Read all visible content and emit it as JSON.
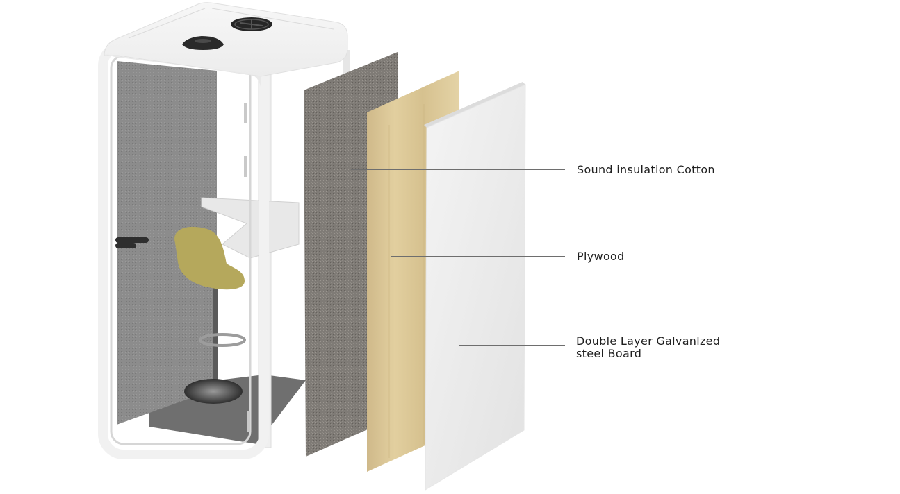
{
  "diagram": {
    "type": "exploded-view",
    "subject": "phone booth wall layers",
    "colors": {
      "background": "#ffffff",
      "frame": "#f2f2f2",
      "felt_interior": "#8a8a8a",
      "insulation_cotton": "#7e7b77",
      "plywood": "#d9c496",
      "steel_board": "#ececec",
      "seat": "#b5a85c",
      "leader_line": "#6e6e6e",
      "label_text": "#1f1f1f"
    },
    "layers": [
      {
        "id": "insulation",
        "label": "Sound insulation Cotton"
      },
      {
        "id": "plywood",
        "label": "Plywood"
      },
      {
        "id": "steel",
        "label": "Double Layer Galvanlzed\nsteel Board"
      }
    ]
  }
}
